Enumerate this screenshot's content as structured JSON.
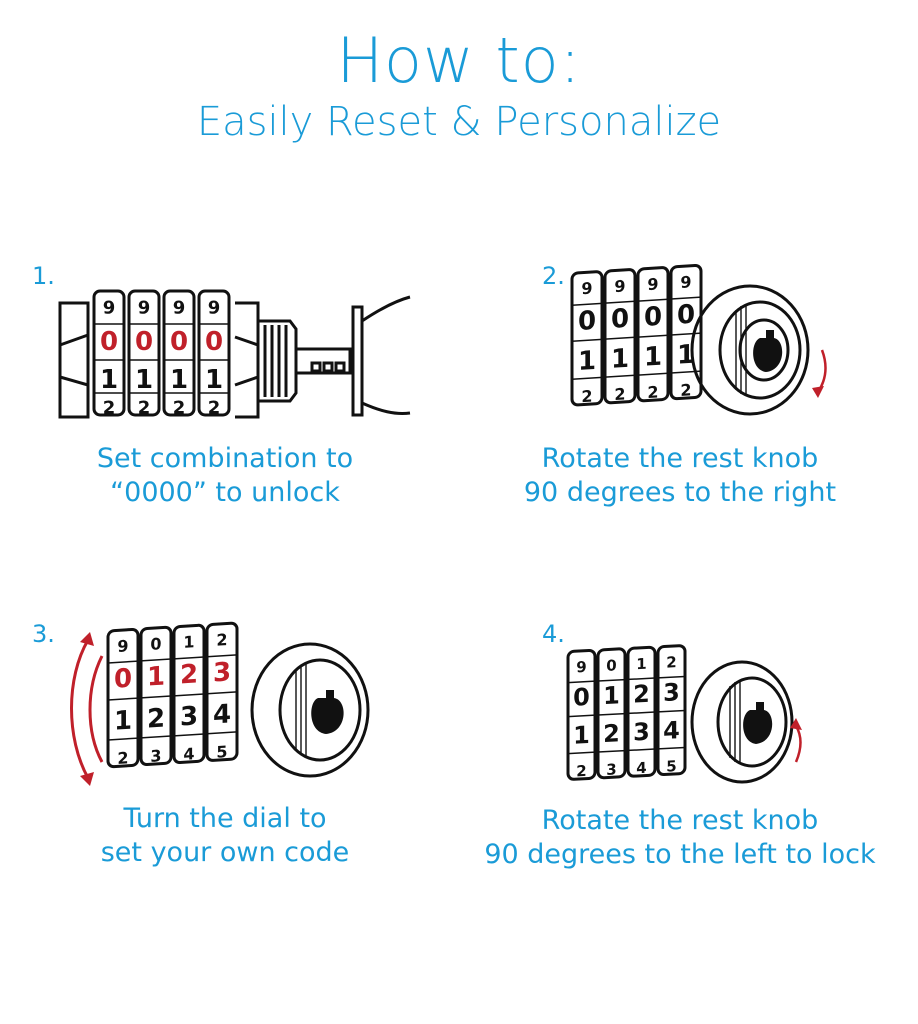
{
  "header": {
    "title": "How to:",
    "subtitle": "Easily Reset & Personalize"
  },
  "colors": {
    "accent_blue": "#1a9bd7",
    "highlight_red": "#c0202a",
    "ink": "#111111"
  },
  "steps": [
    {
      "number": "1.",
      "caption_line1": "Set combination to",
      "caption_line2": "“0000” to unlock",
      "dials": {
        "top": [
          "9",
          "9",
          "9",
          "9"
        ],
        "middle": [
          "0",
          "0",
          "0",
          "0"
        ],
        "lower": [
          "1",
          "1",
          "1",
          "1"
        ],
        "bottom": [
          "2",
          "2",
          "2",
          "2"
        ]
      }
    },
    {
      "number": "2.",
      "caption_line1": "Rotate the rest knob",
      "caption_line2": "90 degrees to the right",
      "dials": {
        "top": [
          "9",
          "9",
          "9",
          "9"
        ],
        "middle": [
          "0",
          "0",
          "0",
          "0"
        ],
        "lower": [
          "1",
          "1",
          "1",
          "1"
        ],
        "bottom": [
          "2",
          "2",
          "2",
          "2"
        ]
      }
    },
    {
      "number": "3.",
      "caption_line1": "Turn the dial to",
      "caption_line2": "set your own code",
      "dials": {
        "top": [
          "9",
          "0",
          "1",
          "2"
        ],
        "middle": [
          "0",
          "1",
          "2",
          "3"
        ],
        "lower": [
          "1",
          "2",
          "3",
          "4"
        ],
        "bottom": [
          "2",
          "3",
          "4",
          "5"
        ]
      }
    },
    {
      "number": "4.",
      "caption_line1": "Rotate the rest knob",
      "caption_line2": "90 degrees to the left to lock",
      "dials": {
        "top": [
          "9",
          "0",
          "1",
          "2"
        ],
        "middle": [
          "0",
          "1",
          "2",
          "3"
        ],
        "lower": [
          "1",
          "2",
          "3",
          "4"
        ],
        "bottom": [
          "2",
          "3",
          "4",
          "5"
        ]
      }
    }
  ]
}
